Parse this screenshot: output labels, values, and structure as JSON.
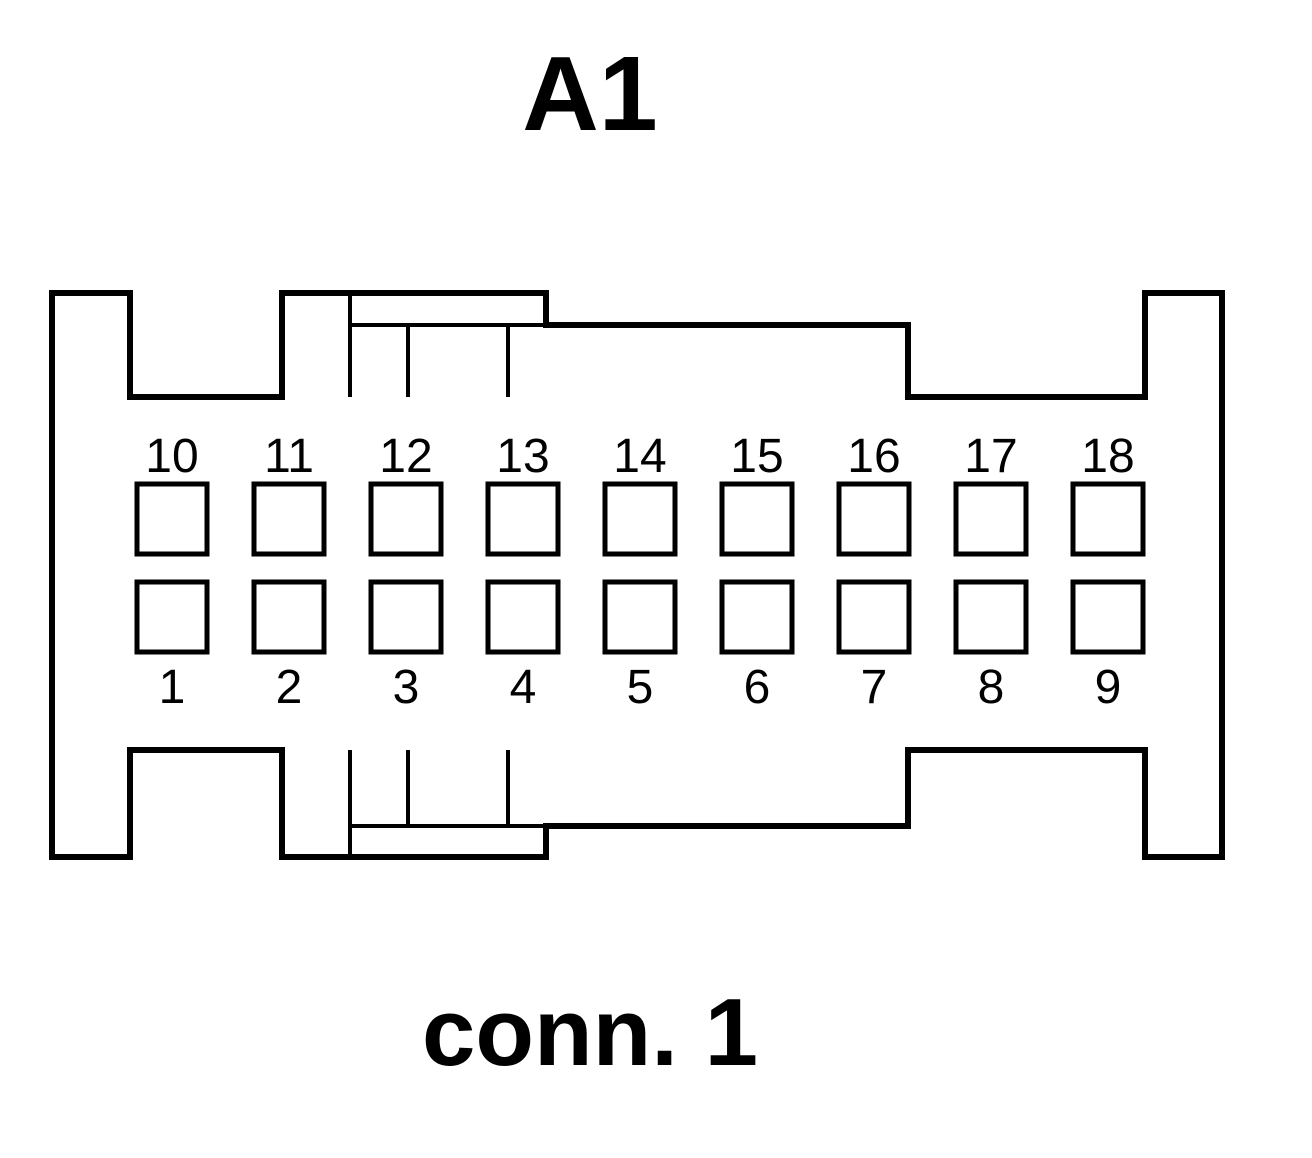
{
  "header": {
    "title": "A1"
  },
  "footer": {
    "caption": "conn. 1"
  },
  "connector": {
    "top_row_labels": [
      "10",
      "11",
      "12",
      "13",
      "14",
      "15",
      "16",
      "17",
      "18"
    ],
    "bottom_row_labels": [
      "1",
      "2",
      "3",
      "4",
      "5",
      "6",
      "7",
      "8",
      "9"
    ]
  },
  "colors": {
    "stroke": "#000000",
    "background": "#ffffff"
  }
}
